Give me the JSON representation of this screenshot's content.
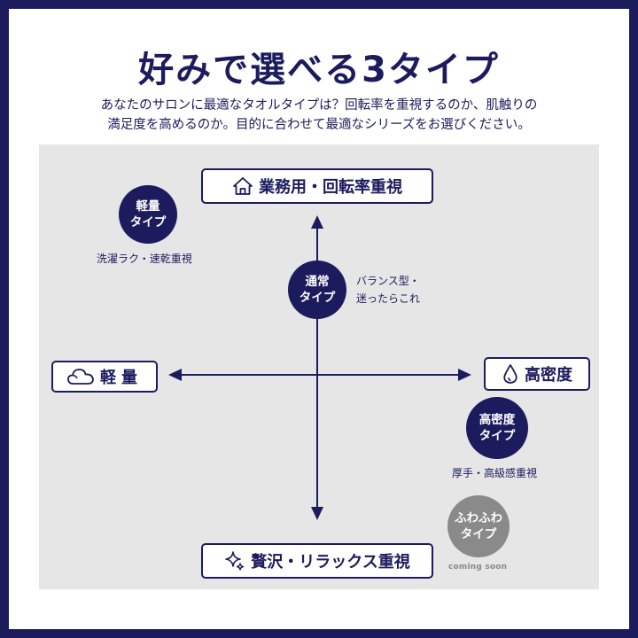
{
  "header": {
    "title": "好みで選べる3タイプ",
    "intro_line1": "あなたのサロンに最適なタオルタイプは？回転率を重視するのか、肌触りの",
    "intro_line2": "満足度を高めるのか。目的に合わせて最適なシリーズをお選びください。"
  },
  "axes": {
    "top": {
      "label": "業務用・回転率重視",
      "icon": "hanger-icon"
    },
    "bottom": {
      "label": "贅沢・リラックス重視",
      "icon": "sparkle-icon"
    },
    "left": {
      "label": "軽量",
      "icon": "cloud-icon"
    },
    "right": {
      "label": "高密度",
      "icon": "drop-icon"
    }
  },
  "types": {
    "light": {
      "line1": "軽量",
      "line2": "タイプ",
      "note": "洗濯ラク・速乾重視"
    },
    "normal": {
      "line1": "通常",
      "line2": "タイプ",
      "note_line1": "バランス型・",
      "note_line2": "迷ったらこれ"
    },
    "dense": {
      "line1": "高密度",
      "line2": "タイプ",
      "note": "厚手・高級感重視"
    },
    "fluffy": {
      "line1": "ふわふわ",
      "line2": "タイプ",
      "note": "coming soon"
    }
  },
  "colors": {
    "navy": "#1c1b5e",
    "panel": "#e6e6e6",
    "inactive": "#8a8a8a"
  }
}
